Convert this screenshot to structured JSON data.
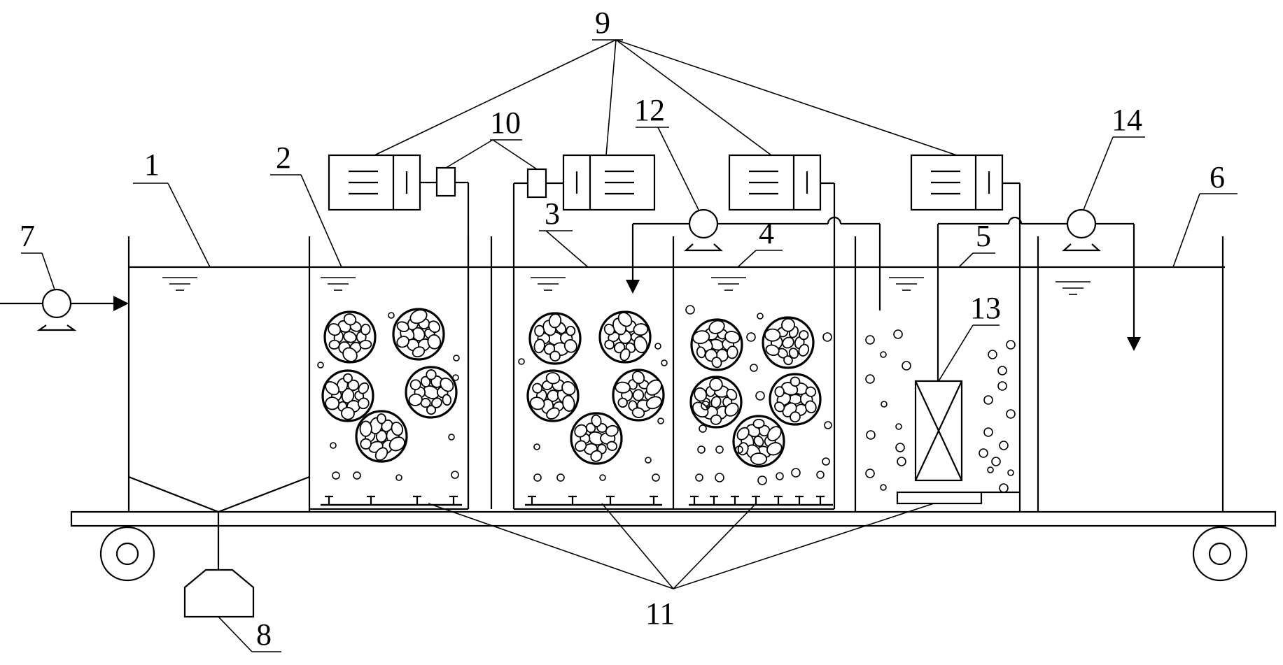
{
  "labels": {
    "l1": "1",
    "l2": "2",
    "l3": "3",
    "l4": "4",
    "l5": "5",
    "l6": "6",
    "l7": "7",
    "l8": "8",
    "l9": "9",
    "l10": "10",
    "l11": "11",
    "l12": "12",
    "l13": "13",
    "l14": "14"
  },
  "colors": {
    "stroke": "#000000",
    "background": "#ffffff"
  }
}
